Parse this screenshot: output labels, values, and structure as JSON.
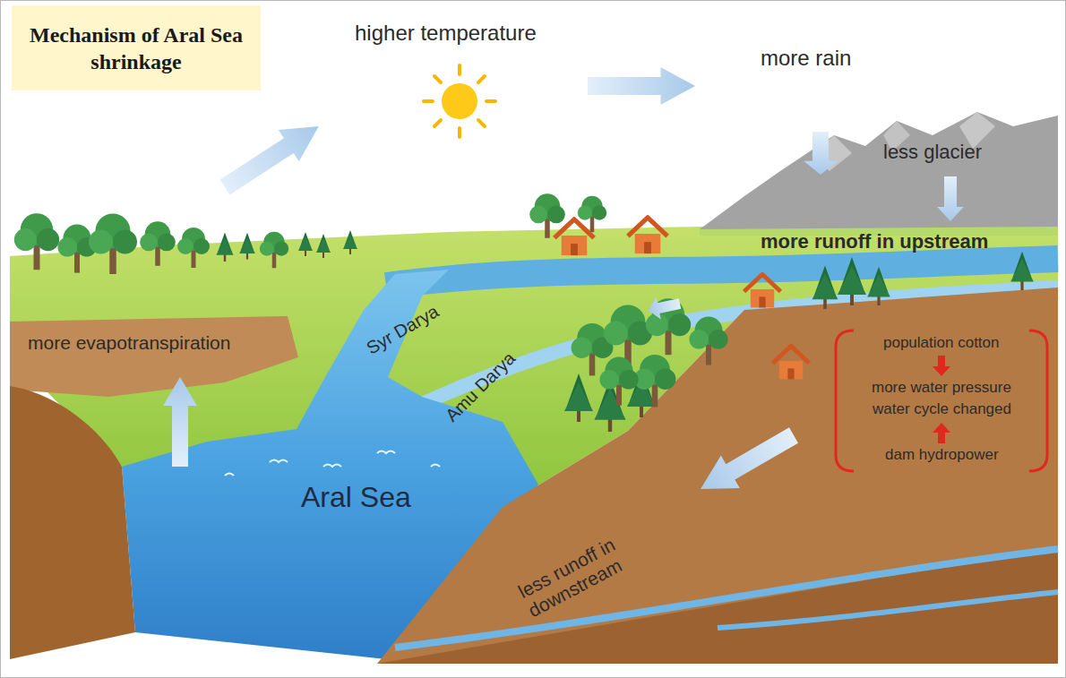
{
  "diagram": {
    "title": "Mechanism of Aral Sea shrinkage",
    "labels": [
      "higher temperature",
      "more rain",
      "less glacier",
      "more runoff in upstream",
      "more evapotranspiration",
      "Syr Darya",
      "Amu Darya",
      "Aral Sea",
      "less runoff in downstream",
      "population cotton",
      "more water pressure",
      "water cycle changed",
      "dam hydropower"
    ]
  }
}
